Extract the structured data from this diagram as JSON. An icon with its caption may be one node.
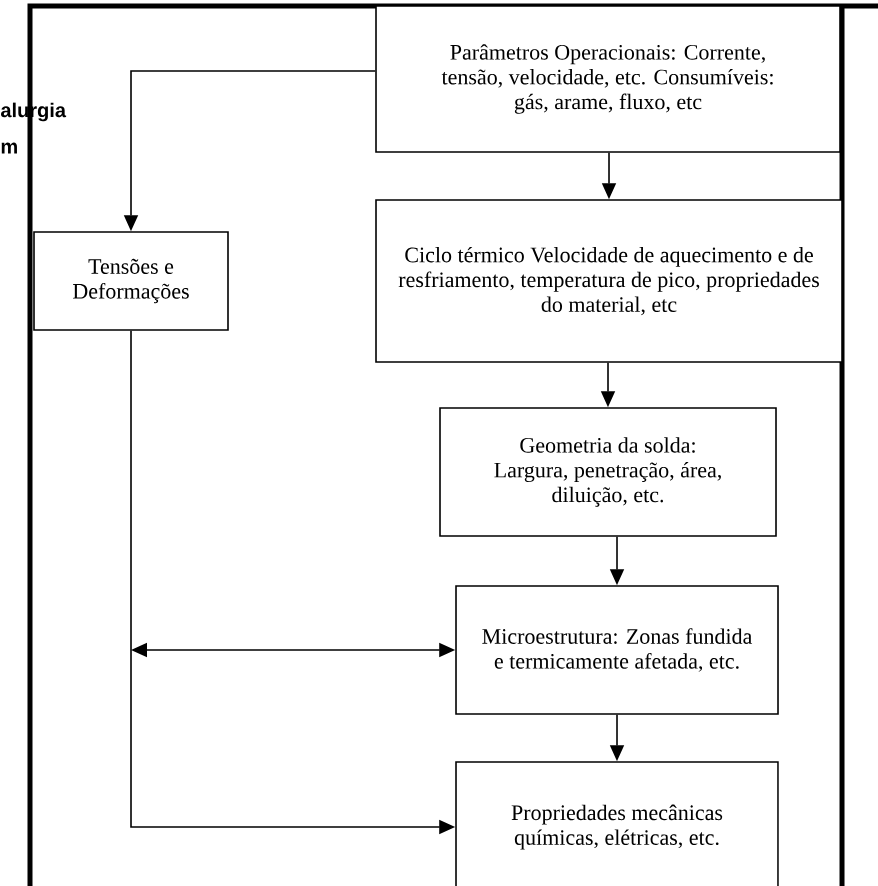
{
  "diagram": {
    "nodes": [
      {
        "text": [
          "Parâmetros Operacionais: Corrente, tensão, velocidade, etc. Consumíveis: gás, arame, fluxo, etc"
        ]
      },
      {
        "text": [
          "Tensões e Deformações"
        ]
      },
      {
        "text": [
          "Ciclo térmico Velocidade de aquecimento e de resfriamento, temperatura de pico, propriedades do material, etc"
        ]
      },
      {
        "text": [
          "Geometria da solda: Largura, penetração, área, diluição, etc."
        ]
      },
      {
        "text": [
          "Microestrutura: Zonas fundida e termicamente afetada, etc."
        ]
      },
      {
        "text": [
          "Propriedades mecânicas químicas, elétricas, etc."
        ]
      }
    ],
    "edges": [
      {
        "from": 0,
        "to": 1,
        "arrow": "to"
      },
      {
        "from": 0,
        "to": 2,
        "arrow": "to"
      },
      {
        "from": 2,
        "to": 3,
        "arrow": "to"
      },
      {
        "from": 3,
        "to": 4,
        "arrow": "to"
      },
      {
        "from": 4,
        "to": 5,
        "arrow": "to"
      },
      {
        "from": null,
        "to": 4,
        "arrow": "both"
      },
      {
        "from": 1,
        "to": 5,
        "arrow": "to"
      }
    ],
    "labels": [
      "alurgia",
      "m"
    ]
  }
}
